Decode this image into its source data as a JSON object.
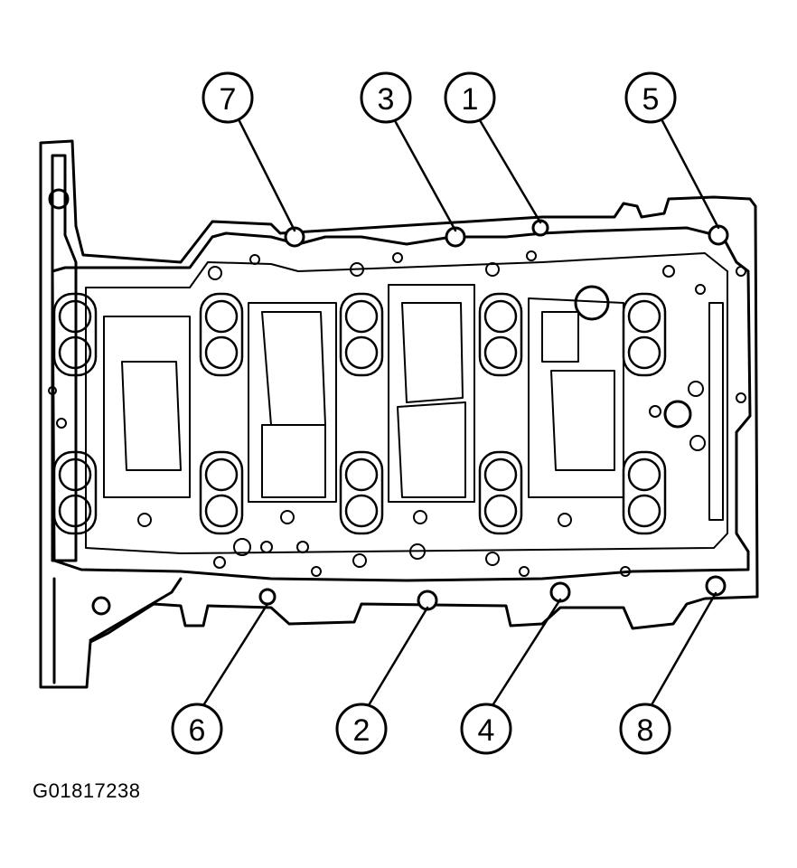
{
  "figure_id": "G01817238",
  "callouts": [
    {
      "number": "7",
      "bolt": "upper-left"
    },
    {
      "number": "3",
      "bolt": "upper-center-left"
    },
    {
      "number": "1",
      "bolt": "upper-center-right"
    },
    {
      "number": "5",
      "bolt": "upper-right"
    },
    {
      "number": "6",
      "bolt": "lower-left"
    },
    {
      "number": "2",
      "bolt": "lower-center-left"
    },
    {
      "number": "4",
      "bolt": "lower-center-right"
    },
    {
      "number": "8",
      "bolt": "lower-right"
    }
  ],
  "colors": {
    "line": "#000000",
    "background": "#ffffff"
  }
}
